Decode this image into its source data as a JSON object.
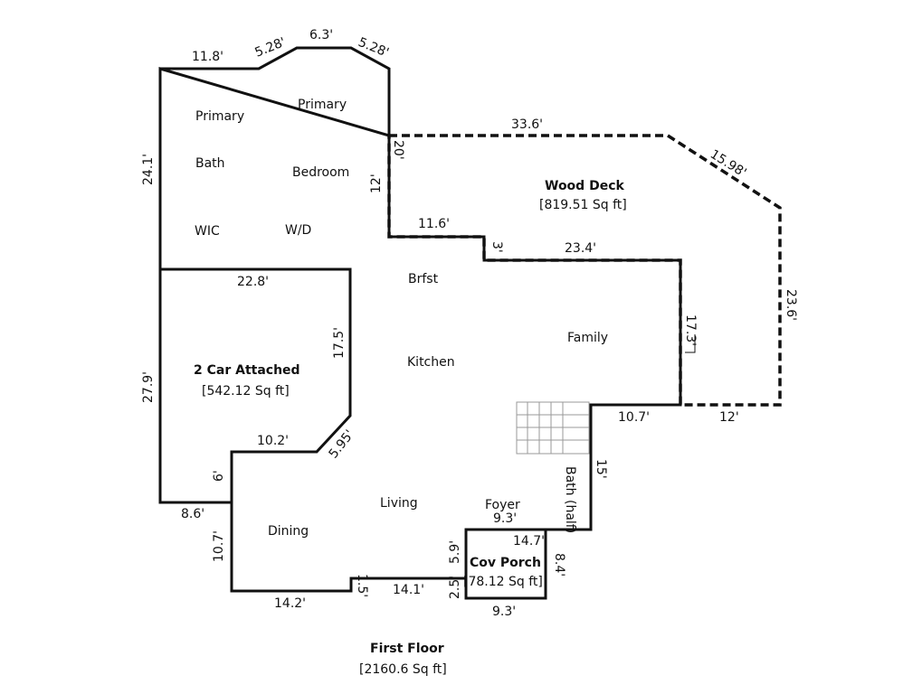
{
  "floor": {
    "title": "First Floor",
    "area": "[2160.6 Sq ft]"
  },
  "rooms": {
    "primary_bath_1": "Primary",
    "primary_bath_2": "Bath",
    "primary_bed_1": "Primary",
    "primary_bed_2": "Bedroom",
    "wic": "WIC",
    "wd": "W/D",
    "brfst": "Brfst",
    "kitchen": "Kitchen",
    "family": "Family",
    "living": "Living",
    "dining": "Dining",
    "foyer": "Foyer",
    "bath_half": "Bath (half)"
  },
  "garage": {
    "name": "2 Car Attached",
    "area": "[542.12 Sq ft]"
  },
  "deck": {
    "name": "Wood Deck",
    "area": "[819.51 Sq ft]"
  },
  "porch": {
    "name": "Cov Porch",
    "area": "[78.12 Sq ft]"
  },
  "dims": {
    "d_11_8": "11.8'",
    "d_5_28a": "5.28'",
    "d_6_3": "6.3'",
    "d_5_28b": "5.28'",
    "d_24_1": "24.1'",
    "d_20": "20'",
    "d_12_left": "12'",
    "d_33_6": "33.6'",
    "d_15_98": "15.98'",
    "d_11_6": "11.6'",
    "d_3": "3'",
    "d_23_4": "23.4'",
    "d_23_6": "23.6'",
    "d_17_3": "17.3'",
    "d_22_8": "22.8'",
    "d_17_5": "17.5'",
    "d_27_9": "27.9'",
    "d_10_2": "10.2'",
    "d_5_95": "5.95'",
    "d_6": "6'",
    "d_8_6": "8.6'",
    "d_10_7_left": "10.7'",
    "d_14_2": "14.2'",
    "d_1_5": "1.5'",
    "d_14_1": "14.1'",
    "d_2_5": "2.5'",
    "d_5_9": "5.9'",
    "d_9_3_top": "9.3'",
    "d_14_7": "14.7'",
    "d_8_4": "8.4'",
    "d_9_3_bottom": "9.3'",
    "d_15": "15'",
    "d_10_7_right": "10.7'",
    "d_12_bottom": "12'"
  }
}
